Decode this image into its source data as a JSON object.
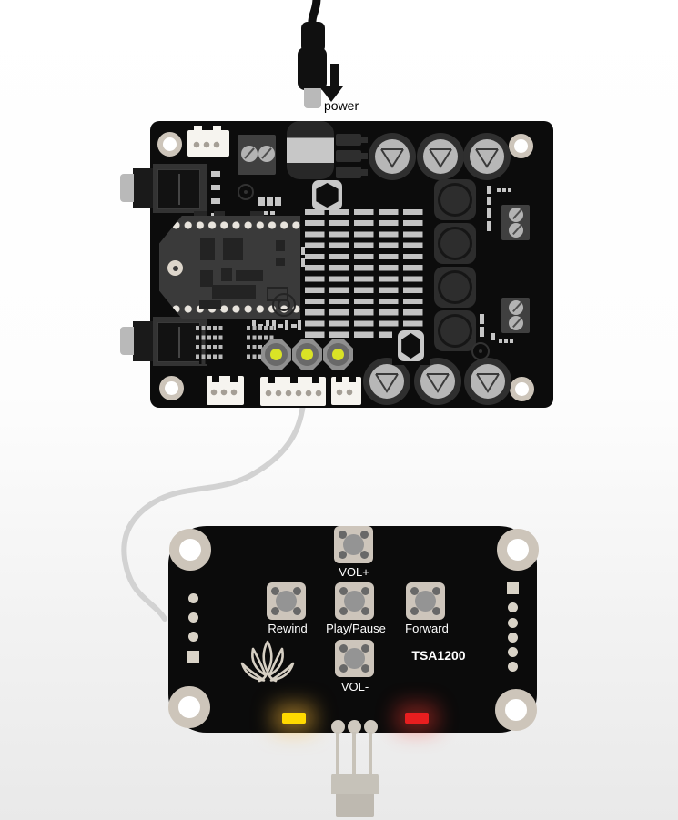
{
  "labels": {
    "power": "power"
  },
  "control_board": {
    "model": "TSA1200",
    "buttons": {
      "vol_plus": "VOL+",
      "rewind": "Rewind",
      "play_pause": "Play/Pause",
      "forward": "Forward",
      "vol_minus": "VOL-"
    },
    "leds": {
      "yellow": "#ffd900",
      "red": "#e81e1f"
    }
  },
  "colors": {
    "board": "#0b0b0b",
    "bt_module": "#3a3a3a",
    "cable": "#d2d2d2",
    "led_core_yellow_green": "#d9e326",
    "mount_ring": "#cdc5ba"
  }
}
